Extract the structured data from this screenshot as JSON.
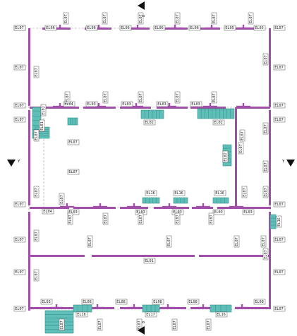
{
  "colors": {
    "wall": "#a050a8",
    "stair": "#5fbfb8",
    "stair_stroke": "#2e8f87",
    "label_border": "#555555",
    "grid_line": "#9a9a9a",
    "marker": "#111111"
  },
  "section_marker_text": "8",
  "side_marker_text": "Y",
  "labels": {
    "top_row": [
      "EL07",
      "EL06",
      "EL06",
      "EL06",
      "EL06",
      "EL06",
      "EL05",
      "EL05"
    ],
    "top_row_v": [
      "EL07",
      "EL07",
      "EL07",
      "EL07",
      "EL07",
      "EL07"
    ],
    "left_col": [
      "EL07",
      "EL07",
      "EL07",
      "EL07",
      "EL07",
      "EL07",
      "EL07",
      "EL07"
    ],
    "right_col": [
      "EL07",
      "EL07",
      "EL07",
      "EL07",
      "EL07",
      "EL07",
      "EL07",
      "EL07"
    ],
    "right_v": [
      "EL07",
      "EL07",
      "EL07",
      "EL07",
      "EL07"
    ],
    "left_v": [
      "EL07",
      "EL07",
      "EL07",
      "EL07",
      "EL07"
    ],
    "row2": [
      "EL04",
      "EL03",
      "EL03",
      "EL03",
      "EL03"
    ],
    "row2_v": [
      "EL07",
      "EL07",
      "EL07",
      "EL07",
      "EL07"
    ],
    "stair_labels": [
      "EL02",
      "EL02",
      "EL02",
      "EL01",
      "EL02"
    ],
    "inner": [
      "EL07",
      "EL07",
      "EL07",
      "EL07",
      "EL07",
      "EL07"
    ],
    "mid_row": [
      "EL04",
      "EL03",
      "EL03",
      "EL03",
      "EL03",
      "EL03"
    ],
    "mid_stairs": [
      "EL16",
      "EL16",
      "EL16"
    ],
    "mid_row_v": [
      "EL07",
      "EL07",
      "EL07",
      "EL07",
      "EL07"
    ],
    "lower_v": [
      "EL07",
      "EL07",
      "EL07",
      "EL07"
    ],
    "long_wall": "EL01",
    "right_stair": "EL16",
    "bottom_row": [
      "EL03",
      "EL08",
      "EL08",
      "EL08",
      "EL08",
      "EL08"
    ],
    "bottom_stairs": [
      "EL16",
      "EL17",
      "EL16"
    ],
    "bottom_v": [
      "EL07",
      "EL07",
      "EL07",
      "EL07",
      "EL07"
    ]
  }
}
